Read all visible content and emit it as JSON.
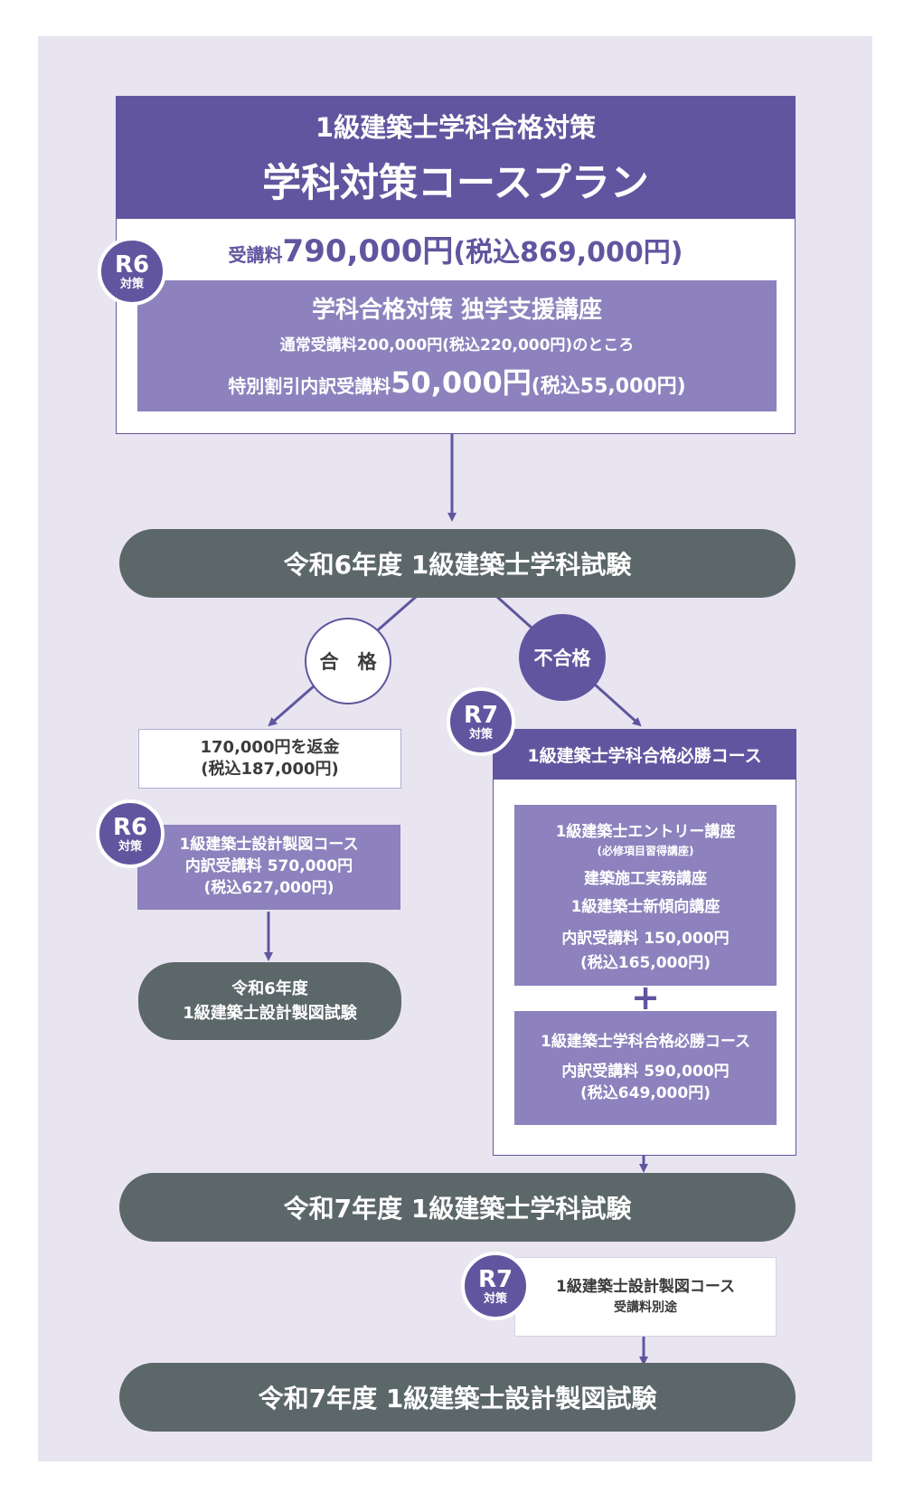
{
  "plan": {
    "subtitle": "1級建築士学科合格対策",
    "title": "学科対策コースプラン",
    "fee_prefix": "受講料",
    "fee_amount": "790,000円",
    "fee_tax": "(税込869,000円)"
  },
  "support": {
    "title": "学科合格対策  独学支援講座",
    "normal": "通常受講料200,000円(税込220,000円)のところ",
    "special_prefix": "特別割引内訳受講料",
    "special_amount": "50,000円",
    "special_tax": "(税込55,000円)"
  },
  "badges": {
    "r6": "R6",
    "r7": "R7",
    "suffix": "対策"
  },
  "exam_r6_gakka": "令和6年度  1級建築士学科試験",
  "pass_label": "合　格",
  "fail_label": "不合格",
  "refund": {
    "line1": "170,000円を返金",
    "line2": "(税込187,000円)"
  },
  "seizu_r6": {
    "line1": "1級建築士設計製図コース",
    "line2": "内訳受講料  570,000円",
    "line3": "(税込627,000円)"
  },
  "exam_r6_seizu": {
    "line1": "令和6年度",
    "line2": "1級建築士設計製図試験"
  },
  "hissho": {
    "header": "1級建築士学科合格必勝コース",
    "entry": {
      "line1": "1級建築士エントリー講座",
      "line2": "(必修項目習得講座)",
      "line3": "建築施工実務講座",
      "line4": "1級建築士新傾向講座",
      "line5": "内訳受講料  150,000円",
      "line6": "(税込165,000円)"
    },
    "plus": "+",
    "course": {
      "line1": "1級建築士学科合格必勝コース",
      "line2": "内訳受講料  590,000円",
      "line3": "(税込649,000円)"
    }
  },
  "exam_r7_gakka": "令和7年度  1級建築士学科試験",
  "seizu_r7": {
    "line1": "1級建築士設計製図コース",
    "line2": "受講料別途"
  },
  "exam_r7_seizu": "令和7年度  1級建築士設計製図試験",
  "colors": {
    "background": "#e8e5f1",
    "purple_dark": "#62559f",
    "purple_light": "#8d82bd",
    "gray": "#5c6769"
  }
}
